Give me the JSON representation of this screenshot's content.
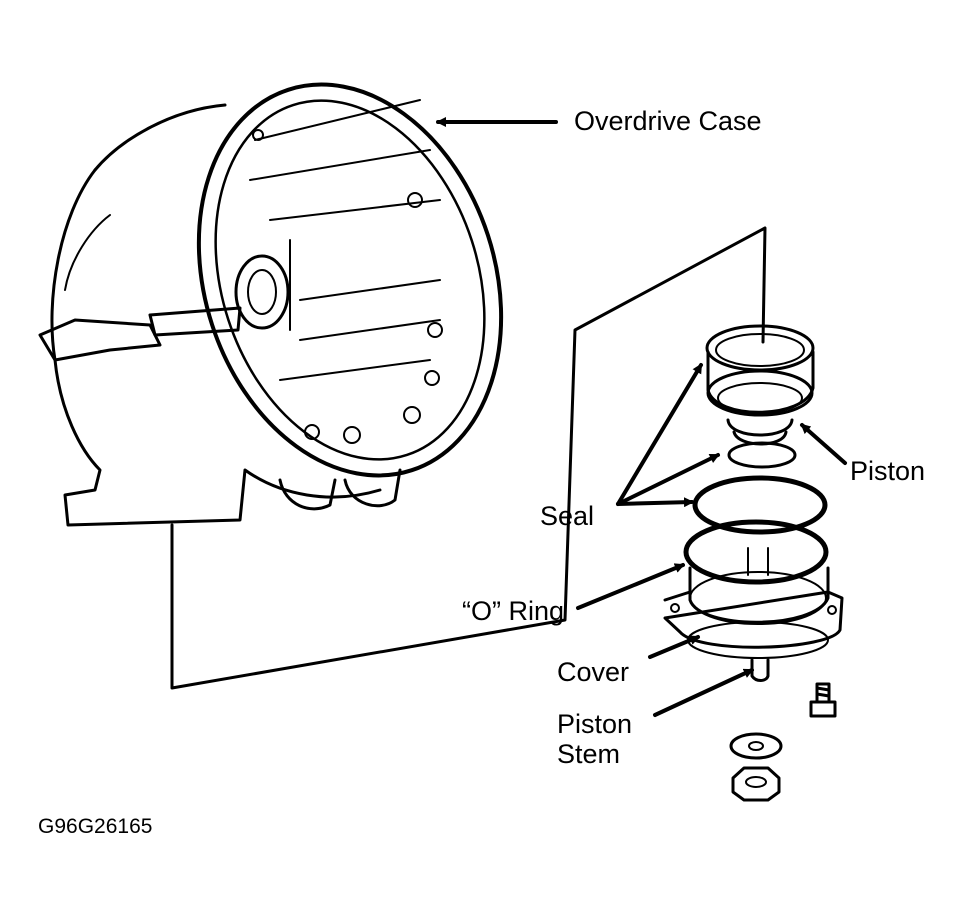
{
  "labels": {
    "overdrive_case": "Overdrive Case",
    "piston": "Piston",
    "seal": "Seal",
    "o_ring": "“O” Ring",
    "cover": "Cover",
    "piston_stem_line1": "Piston",
    "piston_stem_line2": "Stem"
  },
  "figure_id": "G96G26165"
}
